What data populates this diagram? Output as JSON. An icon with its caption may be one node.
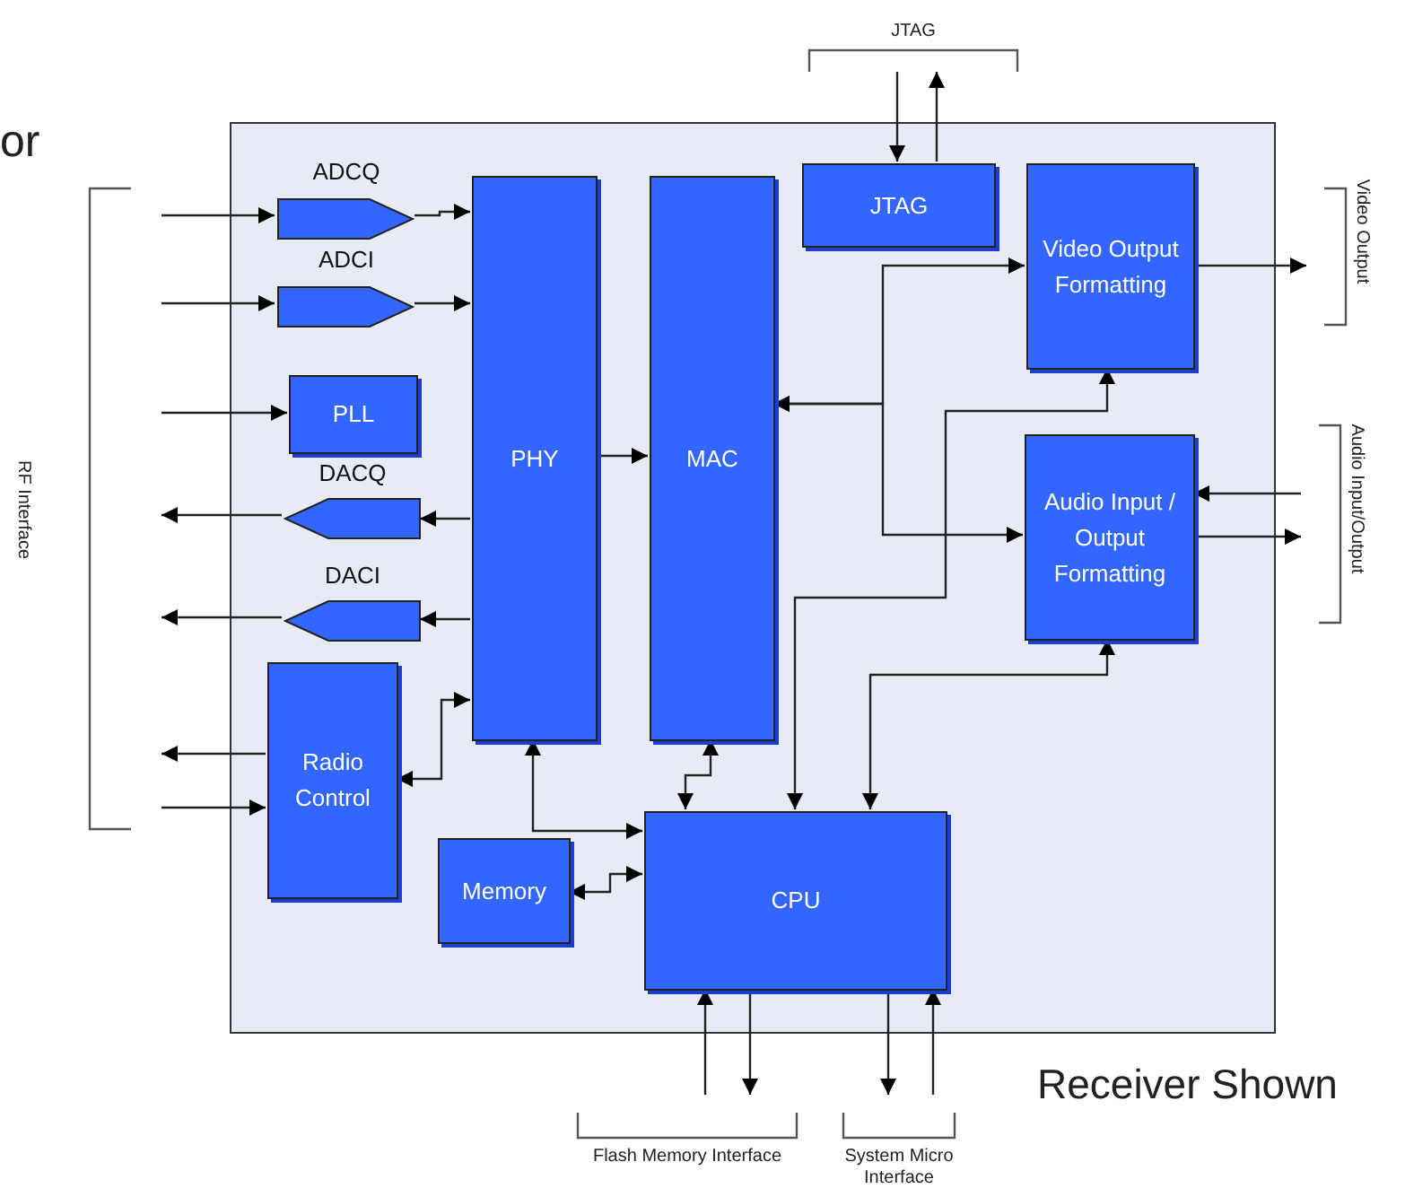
{
  "diagram": {
    "nodes": [
      {
        "text": [],
        "shape": "box"
      },
      {
        "text": [
          "ADCQ"
        ],
        "in": 0
      },
      {
        "text": [
          "ADCI"
        ],
        "in": 0
      },
      {
        "text": [
          "PLL"
        ],
        "in": 0
      },
      {
        "text": [
          "DACQ"
        ],
        "in": 0
      },
      {
        "text": [
          "DACI"
        ],
        "in": 0
      },
      {
        "text": [
          "Radio Control"
        ],
        "in": 0
      },
      {
        "text": [
          "PHY"
        ],
        "in": 0
      },
      {
        "text": [
          "MAC"
        ],
        "in": 0
      },
      {
        "text": [
          "JTAG"
        ],
        "in": 0
      },
      {
        "text": [
          "Video Output Formatting"
        ],
        "in": 0
      },
      {
        "text": [
          "Audio Input / Output Formatting"
        ],
        "in": 0
      },
      {
        "text": [
          "Memory"
        ],
        "in": 0
      },
      {
        "text": [
          "CPU"
        ],
        "in": 0
      },
      {
        "text": [
          "RF Interface"
        ]
      },
      {
        "text": [
          "JTAG"
        ]
      },
      {
        "text": [
          "Video Output"
        ]
      },
      {
        "text": [
          "Audio Input/Output"
        ]
      },
      {
        "text": [
          "Flash Memory Interface"
        ]
      },
      {
        "text": [
          "System Micro Interface"
        ]
      }
    ],
    "edges": [
      {
        "from": 14,
        "to": 1,
        "arrow": "to"
      },
      {
        "from": 14,
        "to": 2,
        "arrow": "to"
      },
      {
        "from": 14,
        "to": 3,
        "arrow": "to"
      },
      {
        "from": 4,
        "to": 14,
        "arrow": "to"
      },
      {
        "from": 5,
        "to": 14,
        "arrow": "to"
      },
      {
        "from": 6,
        "to": 14,
        "arrow": "to"
      },
      {
        "from": 14,
        "to": 6,
        "arrow": "to"
      },
      {
        "from": 1,
        "to": 7,
        "arrow": "to"
      },
      {
        "from": 2,
        "to": 7,
        "arrow": "to"
      },
      {
        "from": 7,
        "to": 4,
        "arrow": "to"
      },
      {
        "from": 7,
        "to": 5,
        "arrow": "to"
      },
      {
        "from": 7,
        "to": 6,
        "arrow": "both"
      },
      {
        "from": 7,
        "to": 8,
        "arrow": "to"
      },
      {
        "from": 8,
        "to": 10,
        "arrow": "both"
      },
      {
        "from": 8,
        "to": 11,
        "arrow": "both"
      },
      {
        "from": 15,
        "to": 9,
        "arrow": "to"
      },
      {
        "from": 9,
        "to": 15,
        "arrow": "to"
      },
      {
        "from": 10,
        "to": 16,
        "arrow": "to"
      },
      {
        "from": 17,
        "to": 11,
        "arrow": "to"
      },
      {
        "from": 11,
        "to": 17,
        "arrow": "to"
      },
      {
        "from": 13,
        "to": 10,
        "arrow": "both"
      },
      {
        "from": 13,
        "to": 11,
        "arrow": "both"
      },
      {
        "from": 13,
        "to": 8,
        "arrow": "both"
      },
      {
        "from": 7,
        "to": 13,
        "arrow": "both"
      },
      {
        "from": 12,
        "to": 13,
        "arrow": "both"
      },
      {
        "from": 18,
        "to": 13,
        "arrow": "to"
      },
      {
        "from": 13,
        "to": 18,
        "arrow": "to"
      },
      {
        "from": 13,
        "to": 19,
        "arrow": "to"
      },
      {
        "from": 19,
        "to": 13,
        "arrow": "to"
      }
    ],
    "labels": [
      "or",
      "Receiver Shown"
    ]
  }
}
